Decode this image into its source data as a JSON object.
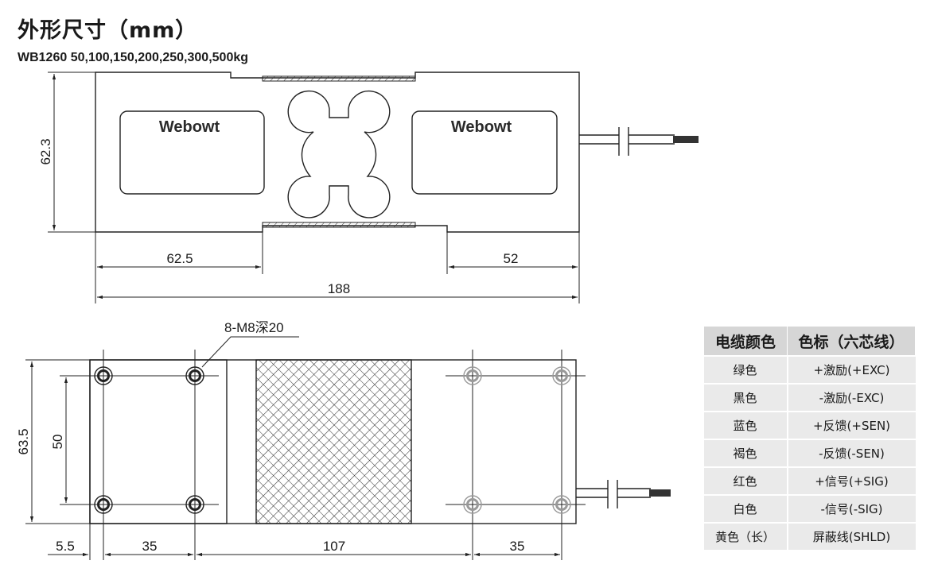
{
  "header": {
    "title": "外形尺寸（mm）",
    "model": "WB1260 50,100,150,200,250,300,500kg"
  },
  "side_view": {
    "brand_left": "Webowt",
    "brand_right": "Webowt",
    "dim_height": "62.3",
    "dim_left": "62.5",
    "dim_right": "52",
    "dim_total": "188"
  },
  "bottom_view": {
    "thread_note": "8-M8深20",
    "dim_height": "63.5",
    "dim_hole_spacing": "50",
    "dim_offset": "5.5",
    "dim_left_holes": "35",
    "dim_middle": "107",
    "dim_right_holes": "35"
  },
  "wiring": {
    "headers": [
      "电缆颜色",
      "色标（六芯线）"
    ],
    "rows": [
      {
        "color": "绿色",
        "signal": "+激励(+EXC)"
      },
      {
        "color": "黑色",
        "signal": "-激励(-EXC)"
      },
      {
        "color": "蓝色",
        "signal": "+反馈(+SEN)"
      },
      {
        "color": "褐色",
        "signal": "-反馈(-SEN)"
      },
      {
        "color": "红色",
        "signal": "+信号(+SIG)"
      },
      {
        "color": "白色",
        "signal": "-信号(-SIG)"
      },
      {
        "color": "黄色（长）",
        "signal": "屏蔽线(SHLD)"
      }
    ]
  }
}
